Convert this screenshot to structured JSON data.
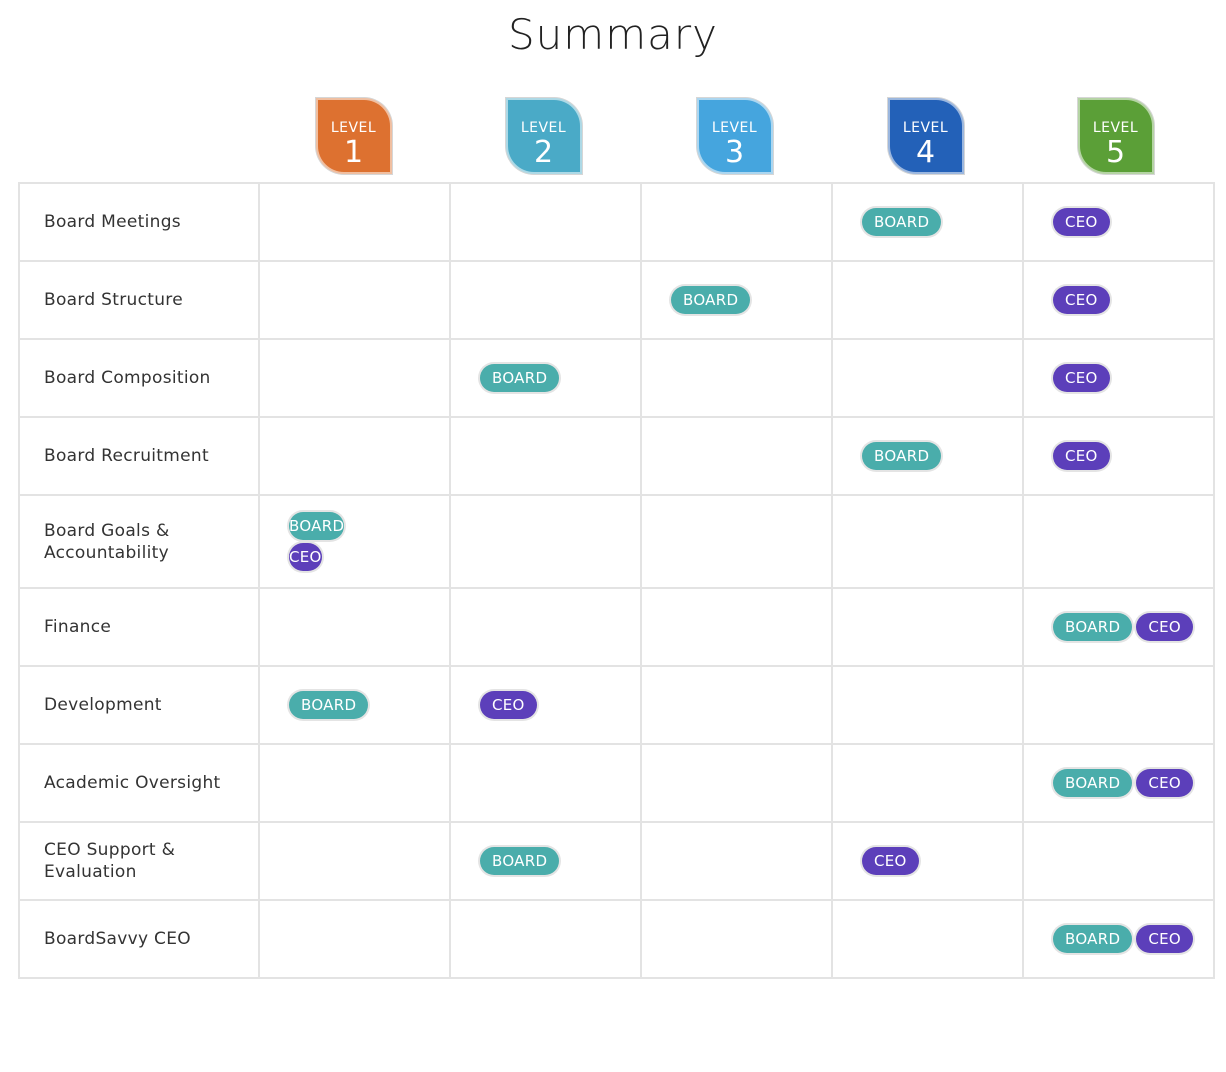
{
  "page": {
    "title": "Summary"
  },
  "levels": [
    {
      "word": "LEVEL",
      "number": "1",
      "color": "#dd7130"
    },
    {
      "word": "LEVEL",
      "number": "2",
      "color": "#4aaac7"
    },
    {
      "word": "LEVEL",
      "number": "3",
      "color": "#45a5de"
    },
    {
      "word": "LEVEL",
      "number": "4",
      "color": "#2361b8"
    },
    {
      "word": "LEVEL",
      "number": "5",
      "color": "#5b9f37"
    }
  ],
  "pill_labels": {
    "board": "BOARD",
    "ceo": "CEO"
  },
  "rows": [
    {
      "label": "Board Meetings",
      "height": 78,
      "cells": [
        [],
        [],
        [],
        [
          "board"
        ],
        [
          "ceo"
        ]
      ]
    },
    {
      "label": "Board Structure",
      "height": 78,
      "cells": [
        [],
        [],
        [
          "board"
        ],
        [],
        [
          "ceo"
        ]
      ]
    },
    {
      "label": "Board Composition",
      "height": 78,
      "cells": [
        [],
        [
          "board"
        ],
        [],
        [],
        [
          "ceo"
        ]
      ]
    },
    {
      "label": "Board Recruitment",
      "height": 78,
      "cells": [
        [],
        [],
        [],
        [
          "board"
        ],
        [
          "ceo"
        ]
      ]
    },
    {
      "label": "Board Goals & Accountability",
      "height": 93,
      "stack_first": true,
      "cells": [
        [
          "board",
          "ceo"
        ],
        [],
        [],
        [],
        []
      ]
    },
    {
      "label": "Finance",
      "height": 78,
      "cells": [
        [],
        [],
        [],
        [],
        [
          "board",
          "ceo"
        ]
      ]
    },
    {
      "label": "Development",
      "height": 78,
      "cells": [
        [
          "board"
        ],
        [
          "ceo"
        ],
        [],
        [],
        []
      ]
    },
    {
      "label": "Academic Oversight",
      "height": 78,
      "cells": [
        [],
        [],
        [],
        [],
        [
          "board",
          "ceo"
        ]
      ]
    },
    {
      "label": "CEO Support & Evaluation",
      "height": 78,
      "cells": [
        [],
        [
          "board"
        ],
        [],
        [
          "ceo"
        ],
        []
      ]
    },
    {
      "label": "BoardSavvy CEO",
      "height": 78,
      "cells": [
        [],
        [],
        [],
        [],
        [
          "board",
          "ceo"
        ]
      ]
    }
  ]
}
